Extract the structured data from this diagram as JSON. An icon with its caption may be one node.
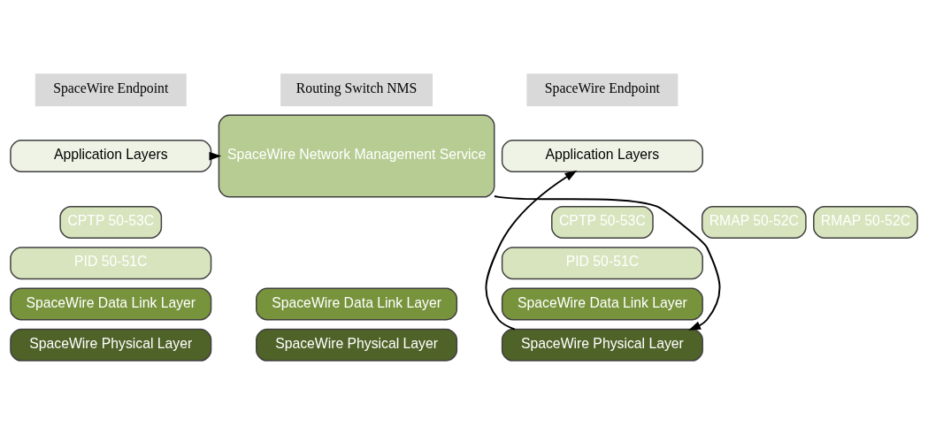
{
  "diagram": {
    "nodes": [
      {
        "text": [
          "SpaceWire Endpoint"
        ]
      },
      {
        "text": [
          "Routing Switch NMS"
        ]
      },
      {
        "text": [
          "SpaceWire Endpoint"
        ]
      },
      {
        "text": [
          "Application Layers"
        ]
      },
      {
        "text": [
          "CPTP 50-53C"
        ]
      },
      {
        "text": [
          "RMAP 50-52C"
        ]
      },
      {
        "text": [
          "PID 50-51C"
        ]
      },
      {
        "text": [
          "SpaceWire Data Link Layer"
        ]
      },
      {
        "text": [
          "SpaceWire Physical Layer"
        ]
      },
      {
        "text": [
          "SpaceWire Network Management Service"
        ]
      },
      {
        "text": [
          "SpaceWire Data Link Layer"
        ]
      },
      {
        "text": [
          "SpaceWire Physical Layer"
        ]
      },
      {
        "text": [
          "Application Layers"
        ]
      },
      {
        "text": [
          "CPTP 50-53C"
        ]
      },
      {
        "text": [
          "RMAP 50-52C"
        ]
      },
      {
        "text": [
          "PID 50-51C"
        ]
      },
      {
        "text": [
          "SpaceWire Data Link Layer"
        ]
      },
      {
        "text": [
          "SpaceWire Physical Layer"
        ]
      }
    ],
    "edges": [
      {
        "from": 3,
        "to": 9,
        "arrow": "to"
      },
      {
        "from": 9,
        "to": 17,
        "arrow": "to"
      },
      {
        "from": 17,
        "to": 12,
        "arrow": "to"
      }
    ]
  }
}
